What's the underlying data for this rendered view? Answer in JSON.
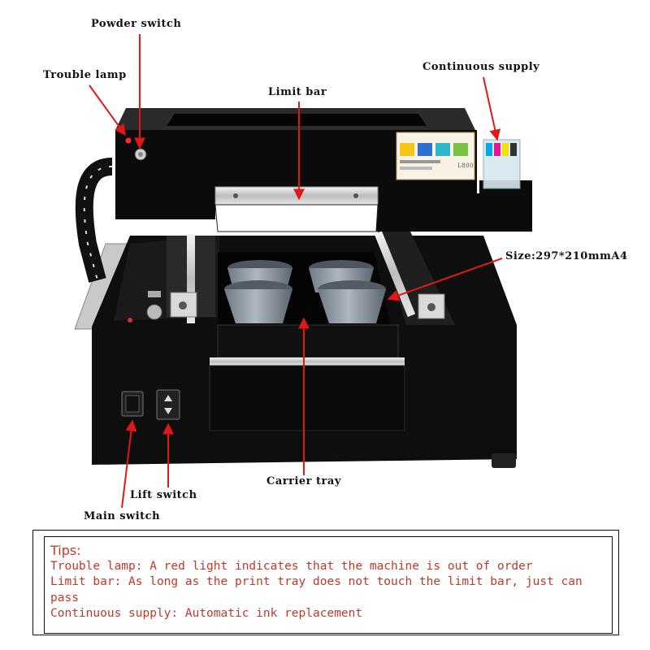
{
  "callouts": {
    "powder_switch": "Powder switch",
    "trouble_lamp": "Trouble lamp",
    "limit_bar": "Limit bar",
    "continuous_supply": "Continuous supply",
    "size": "Size:297*210mmA4",
    "carrier_tray": "Carrier tray",
    "lift_switch": "Lift switch",
    "main_switch": "Main switch"
  },
  "panel_model": "L800",
  "tips": {
    "title": "Tips:",
    "lines": [
      "Trouble lamp: A red light indicates that the machine is out of order",
      "Limit bar: As long as the print tray does not touch the limit bar, just can pass",
      "Continuous supply: Automatic ink replacement"
    ]
  },
  "colors": {
    "arrow": "#e01818",
    "tips_text": "#c0392b",
    "machine_body": "#0c0c0c"
  }
}
